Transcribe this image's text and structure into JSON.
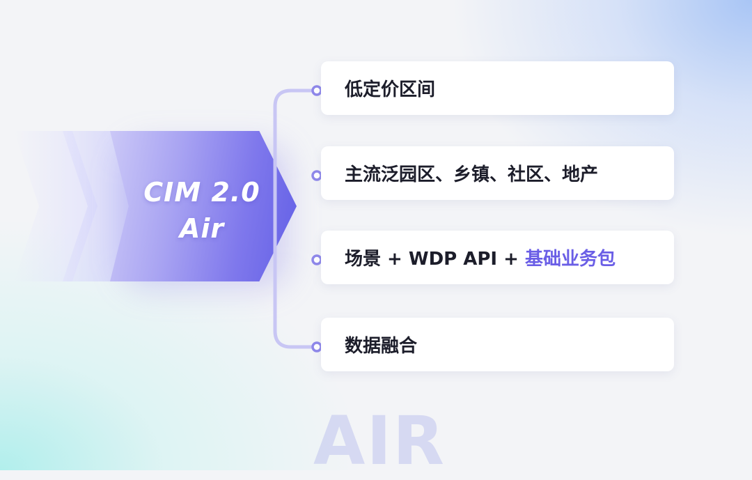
{
  "badge": {
    "title": "CIM 2.0",
    "subtitle": "Air"
  },
  "items": [
    {
      "text": "低定价区间",
      "highlight": ""
    },
    {
      "text": "主流泛园区、乡镇、社区、地产",
      "highlight": ""
    },
    {
      "text": "场景 + WDP API + ",
      "highlight": "基础业务包"
    },
    {
      "text": "数据融合",
      "highlight": ""
    }
  ],
  "watermark": "AIR",
  "colors": {
    "accent": "#6a5ee6",
    "connector": "#c5c3f3",
    "dot": "#8f88ea",
    "text": "#1c1d2a"
  }
}
